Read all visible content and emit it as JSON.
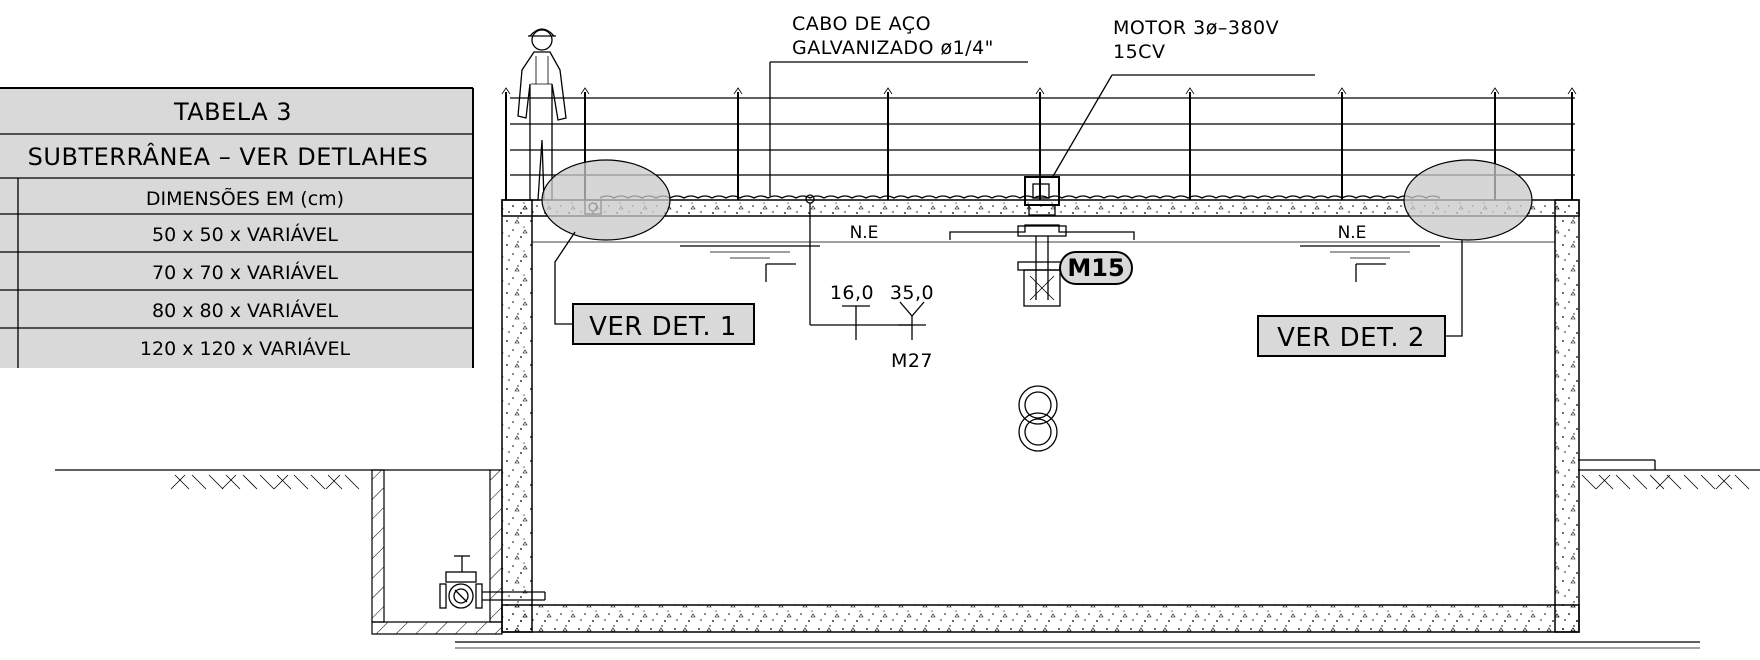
{
  "table": {
    "title": "TABELA 3",
    "subtitle": "SUBTERRÂNEA – VER DETLAHES",
    "column_header": "DIMENSÕES EM (cm)",
    "rows": [
      "50 x 50 x VARIÁVEL",
      "70 x 70 x VARIÁVEL",
      "80 x 80 x VARIÁVEL",
      "120 x 120 x VARIÁVEL"
    ]
  },
  "labels": {
    "cable_line1": "CABO DE AÇO",
    "cable_line2": "GALVANIZADO ø1/4\"",
    "motor_line1": "MOTOR 3ø–380V",
    "motor_line2": "15CV",
    "water_level_left": "N.E",
    "water_level_right": "N.E",
    "detail_1": "VER DET. 1",
    "detail_2": "VER DET. 2",
    "tag_m15": "M15",
    "tag_m27": "M27",
    "elev_1": "16,0",
    "elev_2": "35,0"
  },
  "colors": {
    "line": "#000000",
    "fill_gray": "#d9d9d9",
    "ellipse_gray": "#c8c8c8",
    "background": "#ffffff"
  }
}
